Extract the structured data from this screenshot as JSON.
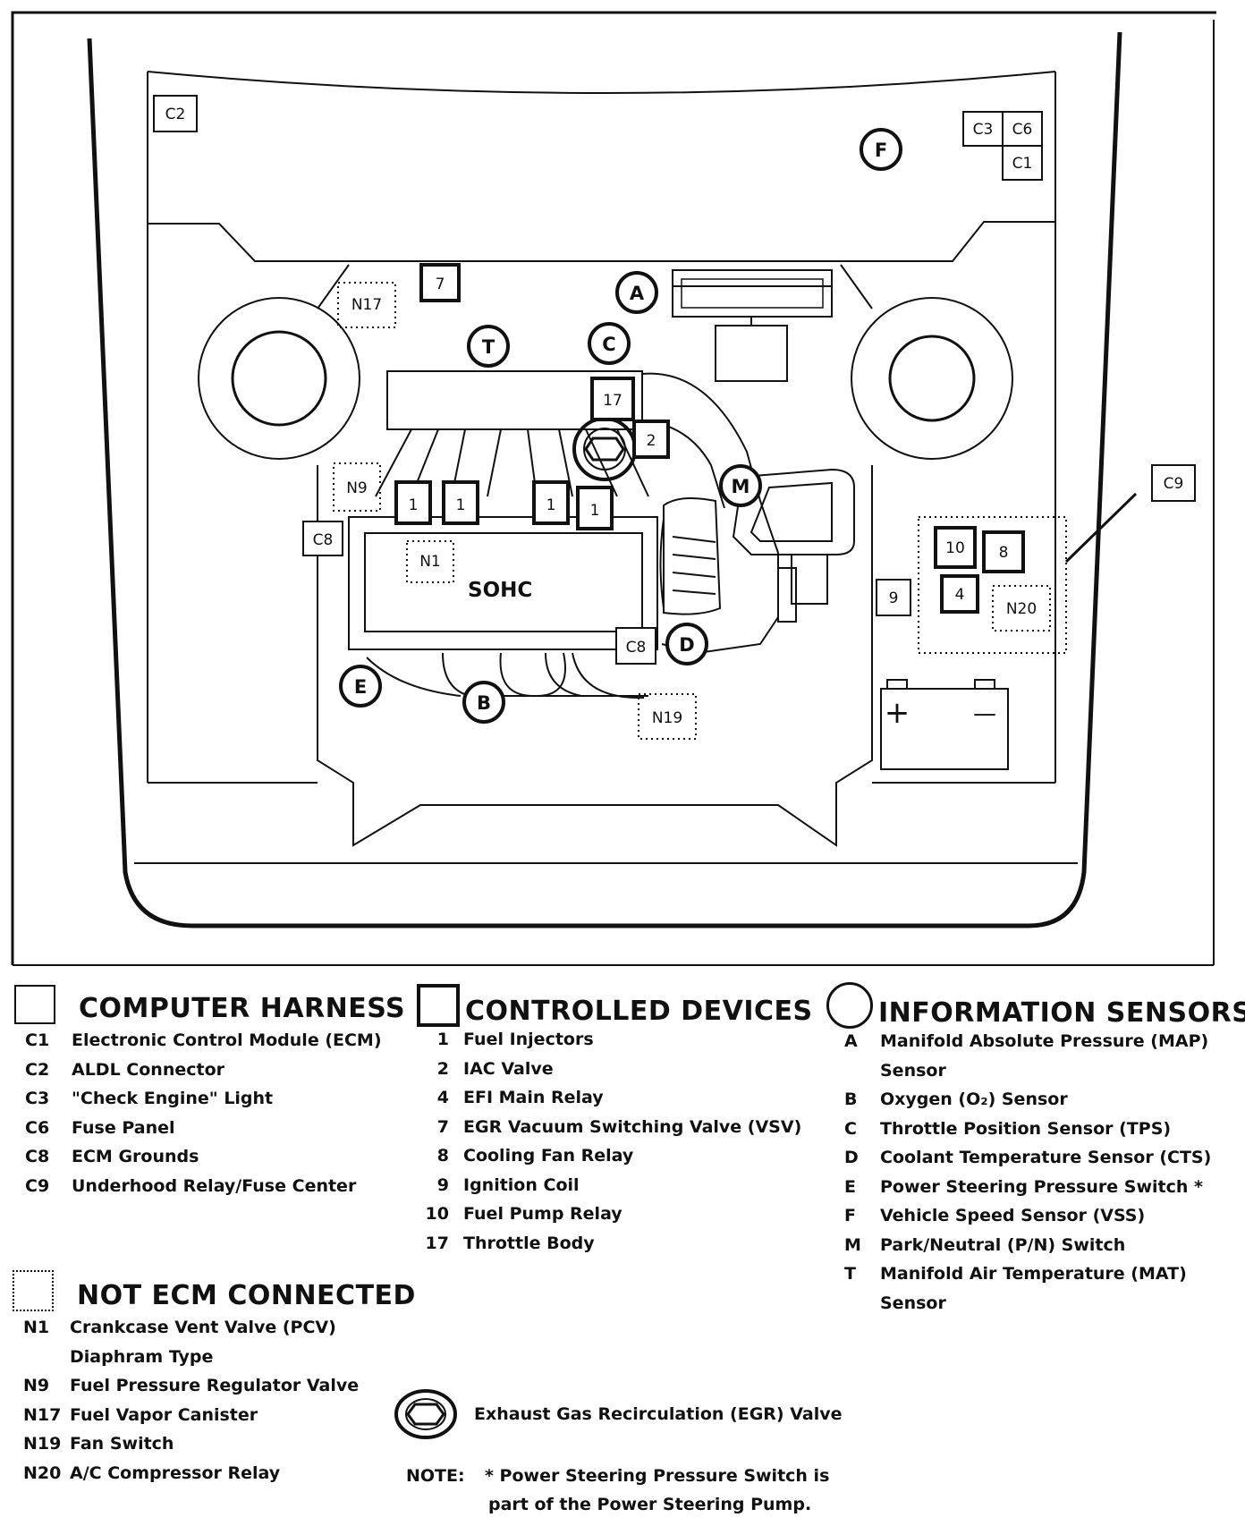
{
  "diagram": {
    "engine_label": "SOHC",
    "computer_harness_boxes": [
      "C2",
      "C3",
      "C6",
      "C1",
      "C9",
      "C8",
      "C8"
    ],
    "controlled_device_boxes": [
      "7",
      "17",
      "2",
      "1",
      "1",
      "1",
      "1",
      "10",
      "8",
      "4",
      "9"
    ],
    "not_ecm_boxes": [
      "N17",
      "N9",
      "N1",
      "N19",
      "N20"
    ],
    "sensor_circles": [
      "F",
      "A",
      "T",
      "C",
      "M",
      "D",
      "E",
      "B"
    ],
    "battery_plus": "+",
    "battery_minus": "—"
  },
  "legend": {
    "computer_harness": {
      "title": "COMPUTER HARNESS",
      "items": [
        {
          "code": "C1",
          "text": "Electronic Control Module (ECM)"
        },
        {
          "code": "C2",
          "text": "ALDL Connector"
        },
        {
          "code": "C3",
          "text": "\"Check Engine\" Light"
        },
        {
          "code": "C6",
          "text": "Fuse Panel"
        },
        {
          "code": "C8",
          "text": "ECM Grounds"
        },
        {
          "code": "C9",
          "text": "Underhood Relay/Fuse Center"
        }
      ]
    },
    "controlled_devices": {
      "title": "CONTROLLED DEVICES",
      "items": [
        {
          "code": "1",
          "text": "Fuel Injectors"
        },
        {
          "code": "2",
          "text": "IAC Valve"
        },
        {
          "code": "4",
          "text": "EFI Main Relay"
        },
        {
          "code": "7",
          "text": "EGR Vacuum Switching Valve (VSV)"
        },
        {
          "code": "8",
          "text": "Cooling Fan Relay"
        },
        {
          "code": "9",
          "text": "Ignition Coil"
        },
        {
          "code": "10",
          "text": "Fuel Pump Relay"
        },
        {
          "code": "17",
          "text": "Throttle Body"
        }
      ]
    },
    "information_sensors": {
      "title": "INFORMATION SENSORS",
      "items": [
        {
          "code": "A",
          "text": "Manifold Absolute Pressure (MAP)",
          "cont": "Sensor"
        },
        {
          "code": "B",
          "text": "Oxygen (O₂) Sensor"
        },
        {
          "code": "C",
          "text": "Throttle Position Sensor (TPS)"
        },
        {
          "code": "D",
          "text": "Coolant Temperature Sensor (CTS)"
        },
        {
          "code": "E",
          "text": "Power Steering Pressure Switch *"
        },
        {
          "code": "F",
          "text": "Vehicle Speed Sensor (VSS)"
        },
        {
          "code": "M",
          "text": "Park/Neutral (P/N) Switch"
        },
        {
          "code": "T",
          "text": "Manifold Air Temperature (MAT)",
          "cont": "Sensor"
        }
      ]
    },
    "not_ecm_connected": {
      "title": "NOT ECM CONNECTED",
      "items": [
        {
          "code": "N1",
          "text": "Crankcase Vent Valve (PCV)",
          "cont": "Diaphram Type"
        },
        {
          "code": "N9",
          "text": "Fuel Pressure Regulator Valve"
        },
        {
          "code": "N17",
          "text": "Fuel Vapor Canister"
        },
        {
          "code": "N19",
          "text": "Fan Switch"
        },
        {
          "code": "N20",
          "text": "A/C Compressor Relay"
        }
      ]
    },
    "egr": {
      "text": "Exhaust Gas Recirculation (EGR) Valve"
    },
    "note": {
      "label": "NOTE:",
      "line1": "* Power Steering Pressure Switch is",
      "line2": "part of the Power Steering Pump."
    }
  }
}
